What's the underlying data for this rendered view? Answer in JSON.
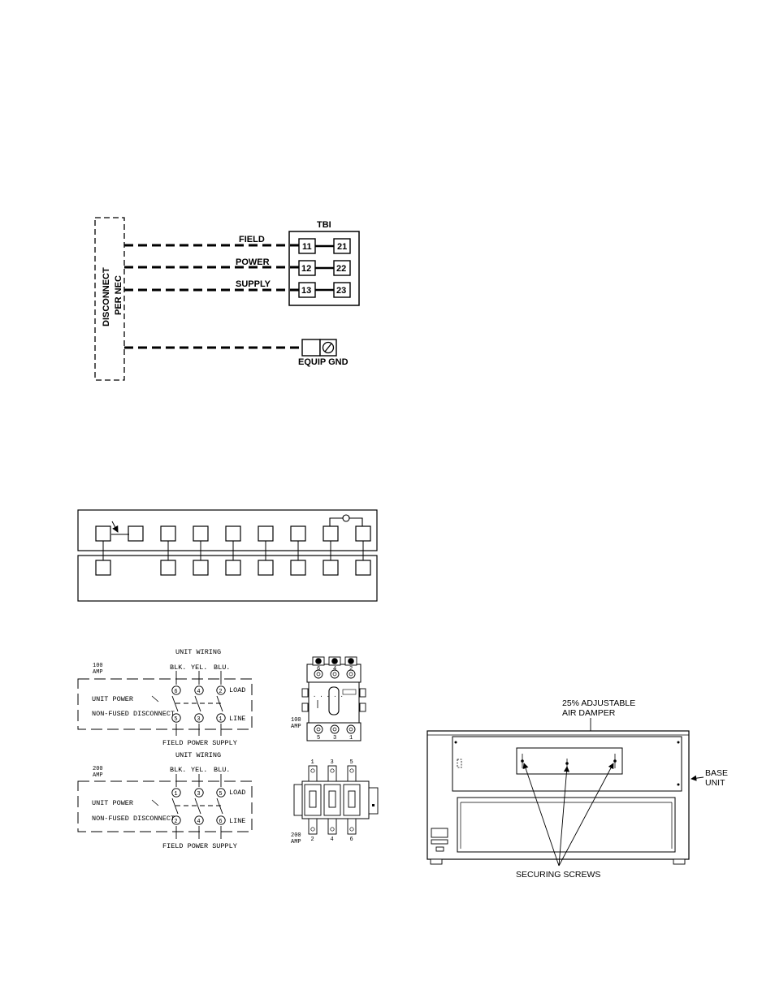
{
  "tb_diagram": {
    "disconnect_line1": "DISCONNECT",
    "disconnect_line2": "PER NEC",
    "tb_label": "TBI",
    "wire_labels": [
      "FIELD",
      "POWER",
      "SUPPLY"
    ],
    "left_terminals": [
      "11",
      "12",
      "13"
    ],
    "right_terminals": [
      "21",
      "22",
      "23"
    ],
    "ground_label": "EQUIP GND"
  },
  "disconnects": {
    "amp100": {
      "unit_wiring": "UNIT WIRING",
      "amp_line1": "100",
      "amp_line2": "AMP",
      "colors": [
        "BLK.",
        "YEL.",
        "BLU."
      ],
      "top_terminals": [
        "6",
        "4",
        "2"
      ],
      "bottom_terminals": [
        "5",
        "3",
        "1"
      ],
      "unit_power": "UNIT POWER",
      "non_fused": "NON-FUSED DISCONNECT",
      "load": "LOAD",
      "line": "LINE",
      "field_supply": "FIELD POWER SUPPLY"
    },
    "amp200": {
      "unit_wiring": "UNIT WIRING",
      "amp_line1": "200",
      "amp_line2": "AMP",
      "colors": [
        "BLK.",
        "YEL.",
        "BLU."
      ],
      "top_terminals": [
        "1",
        "3",
        "5"
      ],
      "bottom_terminals": [
        "2",
        "4",
        "6"
      ],
      "unit_power": "UNIT POWER",
      "non_fused": "NON-FUSED DISCONNECT",
      "load": "LOAD",
      "line": "LINE",
      "field_supply": "FIELD POWER SUPPLY"
    }
  },
  "switch_100": {
    "amp_line1": "100",
    "amp_line2": "AMP",
    "top_numbers": [
      "6",
      "4",
      "2"
    ],
    "bottom_numbers": [
      "5",
      "3",
      "1"
    ]
  },
  "switch_200": {
    "amp_line1": "200",
    "amp_line2": "AMP",
    "top_numbers": [
      "1",
      "3",
      "5"
    ],
    "bottom_numbers": [
      "2",
      "4",
      "6"
    ]
  },
  "damper": {
    "title_line1": "25% ADJUSTABLE",
    "title_line2": "AIR DAMPER",
    "base_line1": "BASE",
    "base_line2": "UNIT",
    "screws": "SECURING SCREWS"
  }
}
